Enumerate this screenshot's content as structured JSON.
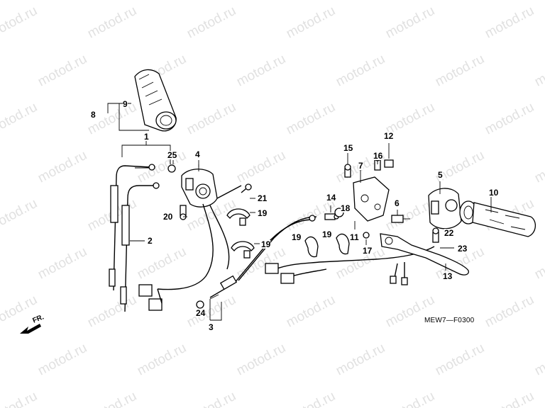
{
  "watermark_text": "motod.ru",
  "reference_code": "MEW7—F0300",
  "front_label": "FR.",
  "callouts": {
    "c1": "1",
    "c2": "2",
    "c3": "3",
    "c4": "4",
    "c5": "5",
    "c6": "6",
    "c7": "7",
    "c8": "8",
    "c9": "9",
    "c10": "10",
    "c11": "11",
    "c12": "12",
    "c13": "13",
    "c14": "14",
    "c15": "15",
    "c16": "16",
    "c17": "17",
    "c18": "18",
    "c19a": "19",
    "c19b": "19",
    "c19c": "19",
    "c19d": "19",
    "c20": "20",
    "c21": "21",
    "c22": "22",
    "c23": "23",
    "c24": "24",
    "c25": "25"
  }
}
